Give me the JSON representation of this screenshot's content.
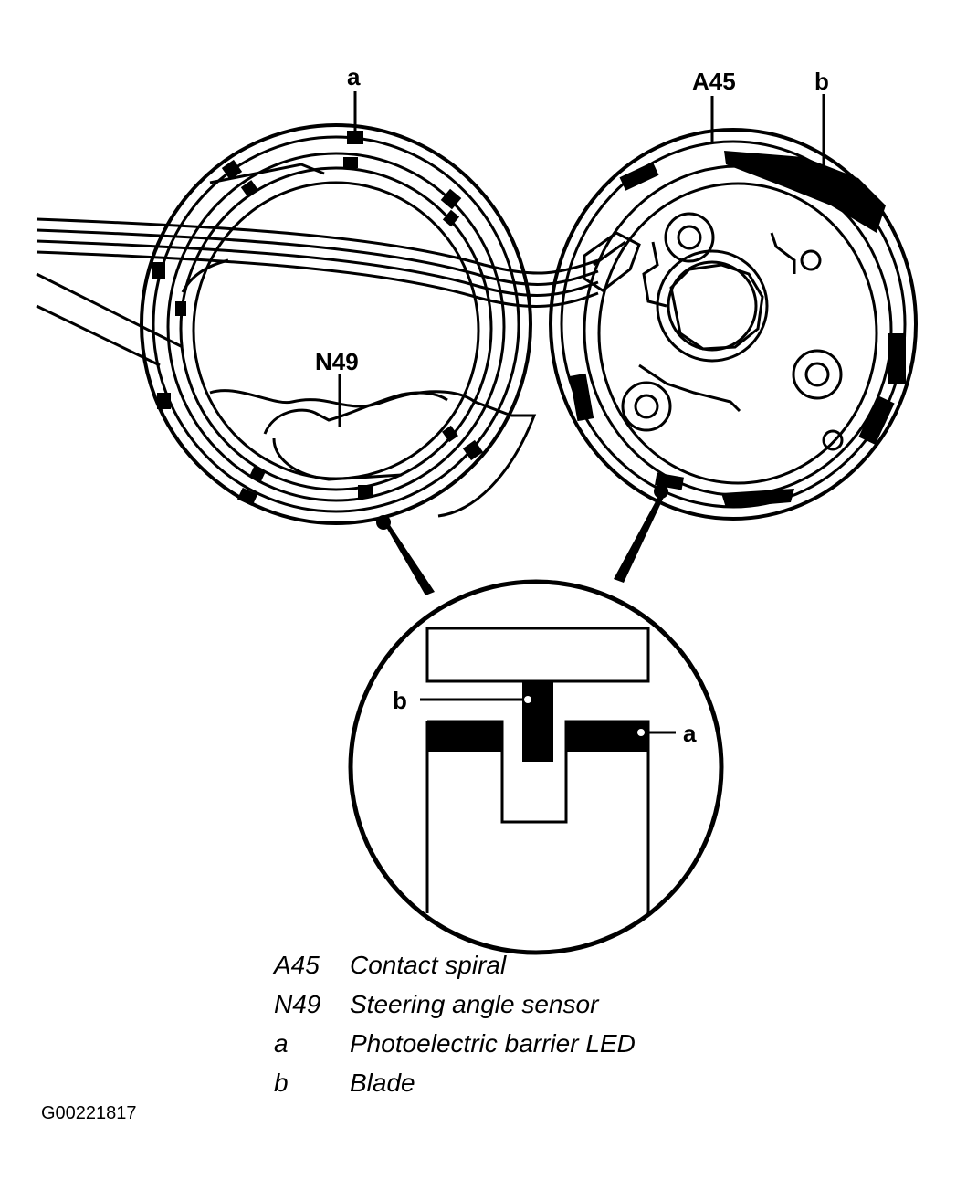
{
  "callouts": {
    "a_top": "a",
    "A45": "A45",
    "b_top": "b",
    "N49": "N49",
    "b_detail": "b",
    "a_detail": "a"
  },
  "legend": [
    {
      "key": "A45",
      "desc": "Contact spiral"
    },
    {
      "key": "N49",
      "desc": "Steering angle sensor"
    },
    {
      "key": "a",
      "desc": "Photoelectric barrier LED"
    },
    {
      "key": "b",
      "desc": "Blade"
    }
  ],
  "figure_id": "G00221817"
}
